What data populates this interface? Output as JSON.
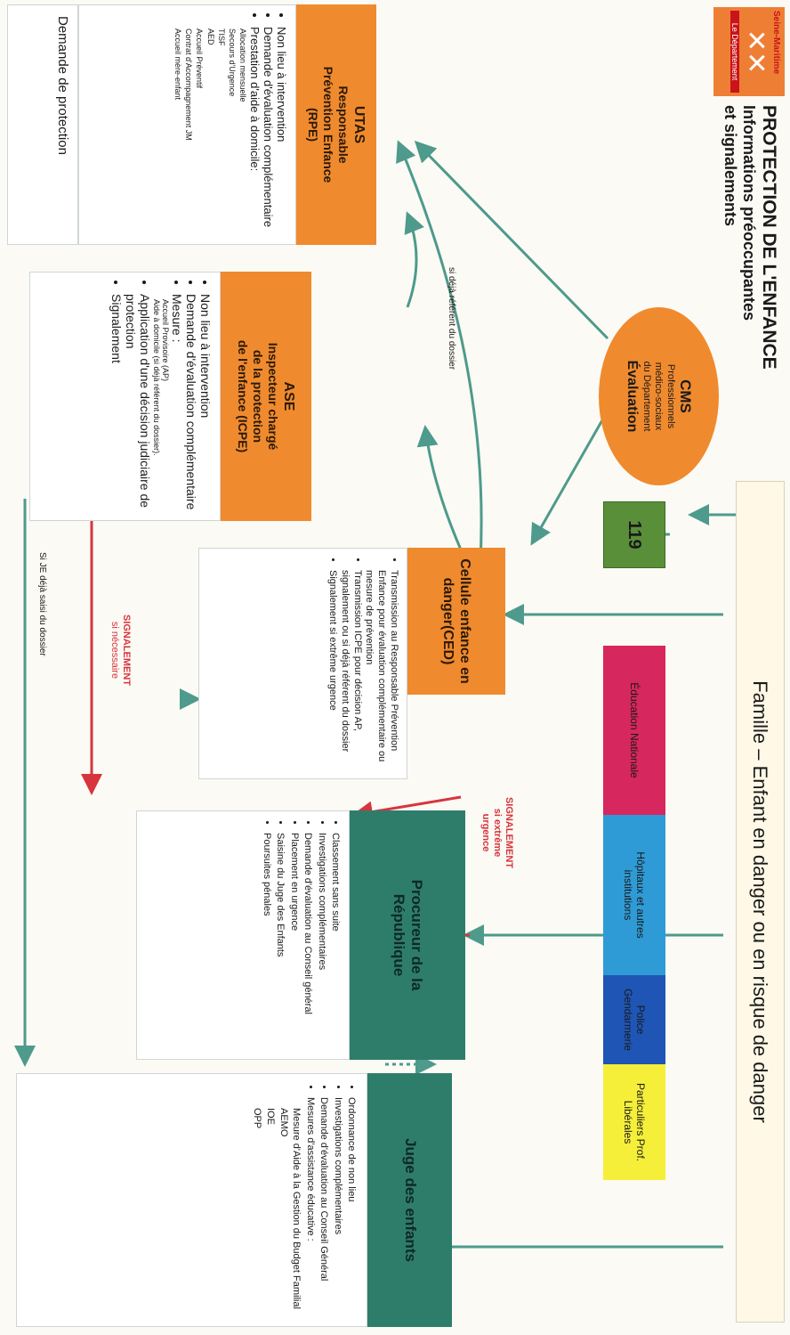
{
  "logo": {
    "brand": "Seine-Maritime",
    "caption": "Le Département"
  },
  "title": {
    "line1": "PROTECTION DE L'ENFANCE",
    "line2": "Informations préoccupantes",
    "line3": "et signalements"
  },
  "famille": "Famille – Enfant en danger ou en risque de danger",
  "cms": {
    "title": "CMS",
    "sub1": "Professionnels",
    "sub2": "médico-sociaux",
    "sub3": "du Département",
    "eval": "Évaluation"
  },
  "n119": "119",
  "sources": [
    "Éducation Nationale",
    "Hôpitaux et autres institutions",
    "Police Gendarmerie",
    "Particuliers Prof. Libérales"
  ],
  "colors": {
    "orange": "#f08a2e",
    "teal": "#2e7d6b",
    "green": "#5a8f3a",
    "magenta": "#d6275f",
    "blue": "#2f9bd6",
    "darkblue": "#1f55b5",
    "yellow": "#f6ef3a",
    "red": "#d7343d"
  },
  "utas": {
    "line1": "UTAS",
    "line2": "Responsable",
    "line3": "Prévention Enfance",
    "line4": "(RPE)",
    "items": [
      "Non lieu à intervention",
      "Demande d'évaluation complémentaire",
      "Prestation d'aide à domicile:"
    ],
    "subitems": [
      "Allocation mensuelle",
      "Secours d'Urgence",
      "TISF",
      "AED",
      "Accueil Préventif",
      "Contrat d'Accompagnement JM",
      "Accueil mère-enfant"
    ],
    "demande": "Demande de protection"
  },
  "ase": {
    "line1": "ASE",
    "line2": "Inspecteur chargé",
    "line3": "de la protection",
    "line4": "de l'enfance (ICPE)",
    "items": [
      "Non lieu à intervention",
      "Demande d'évaluation complémentaire",
      "Mesure :"
    ],
    "subitems": [
      "Accueil Provisoire (AP)",
      "Aide à domicile (si déjà référent du dossier)."
    ],
    "items2": [
      "Application d'une décision judiciaire de protection",
      "Signalement"
    ]
  },
  "ced": {
    "title": "Cellule enfance en danger(CED)",
    "items": [
      "Transmission au Responsable Prévention Enfance pour évaluation complémentaire ou mesure de prévention",
      "Transmission ICPE pour décision AP, signalement ou si déjà référent du dossier",
      "Signalement si extrême urgence"
    ]
  },
  "procureur": {
    "title": "Procureur de la République",
    "items": [
      "Classement sans suite",
      "Investigations complémentaires",
      "Demande d'évaluation au Conseil général",
      "Placement en urgence",
      "Saisine du Juge des Enfants",
      "Poursuites pénales"
    ]
  },
  "juge": {
    "title": "Juge des enfants",
    "items": [
      "Ordonnance de non lieu",
      "Investigations complémentaires",
      "Demande d'évaluation au Conseil Général",
      "Mesures d'assistance éducative :"
    ],
    "subitems": [
      "Mesure d'Aide à la Gestion du Budget Familial",
      "AEMO",
      "IOE",
      "OPP"
    ]
  },
  "labels": {
    "si_deja": "si déjà référent du dossier",
    "sig_extreme1": "SIGNALEMENT",
    "sig_extreme2": "si extrême",
    "sig_extreme3": "urgence",
    "sig_necessaire1": "SIGNALEMENT",
    "sig_necessaire2": "si nécessaire",
    "si_je": "Si JE déjà saisi du dossier"
  }
}
